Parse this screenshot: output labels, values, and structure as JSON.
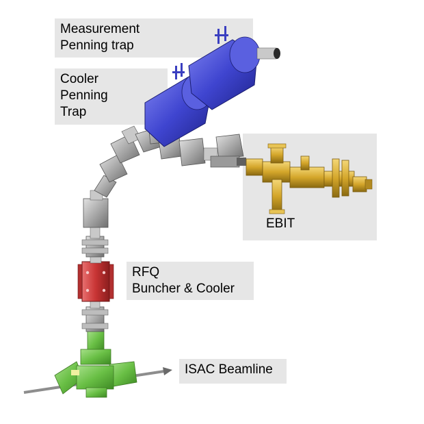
{
  "labels": {
    "measurement": {
      "line1": "Measurement",
      "line2": "Penning trap"
    },
    "cooler": {
      "line1": "Cooler",
      "line2": "Penning",
      "line3": "Trap"
    },
    "ebit": {
      "line1": "EBIT"
    },
    "rfq": {
      "line1": "RFQ",
      "line2": "Buncher & Cooler"
    },
    "isac": {
      "line1": "ISAC Beamline"
    }
  },
  "colors": {
    "label_bg": "#e6e6e6",
    "penning_blue": "#4a4fd6",
    "ebit_gold": "#d4a62a",
    "rfq_red": "#cc3a3a",
    "isac_green": "#6cc24a",
    "beamline_gray": "#a8a8a8"
  }
}
